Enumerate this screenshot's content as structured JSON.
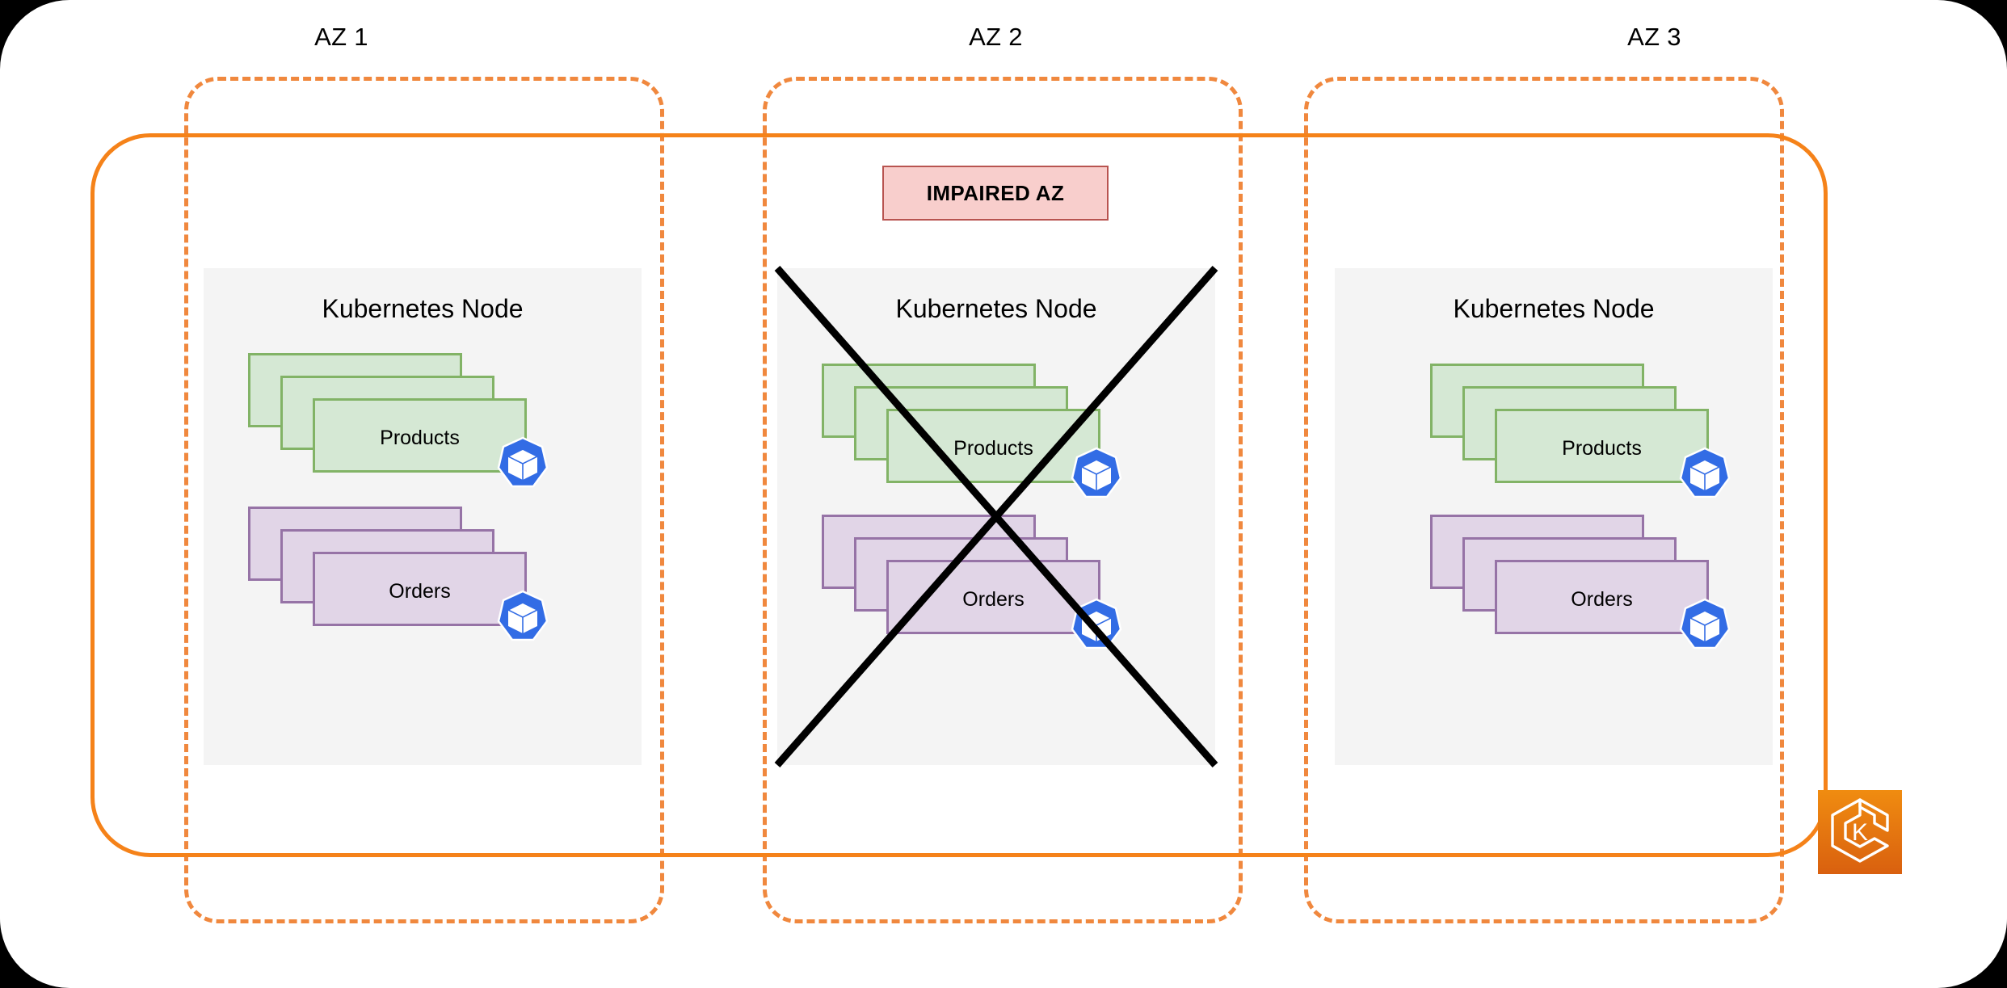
{
  "diagram": {
    "title": "Multi-AZ Kubernetes cluster with impaired availability zone",
    "colors": {
      "page_background": "#ffffff",
      "outer_background": "#000000",
      "az_boundary": "#f0883e",
      "cluster_boundary": "#f58219",
      "node_fill": "#f4f4f4",
      "pod_green_fill": "#d5e8d4",
      "pod_green_border": "#82b366",
      "pod_purple_fill": "#e1d5e7",
      "pod_purple_border": "#9673a6",
      "impaired_fill": "#f8cecc",
      "impaired_border": "#b85450",
      "k8s_blue": "#326ce5",
      "eks_orange_top": "#f08c10",
      "eks_orange_bottom": "#d9600f",
      "cross_stroke": "#000000"
    },
    "availability_zones": [
      {
        "label": "AZ 1",
        "impaired": false,
        "node": {
          "title": "Kubernetes Node",
          "pod_groups": [
            {
              "name": "Products",
              "color": "green",
              "replicas": 3,
              "icon": "kubernetes-pod-icon"
            },
            {
              "name": "Orders",
              "color": "purple",
              "replicas": 3,
              "icon": "kubernetes-pod-icon"
            }
          ]
        }
      },
      {
        "label": "AZ 2",
        "impaired": true,
        "impaired_label": "IMPAIRED AZ",
        "node": {
          "title": "Kubernetes Node",
          "pod_groups": [
            {
              "name": "Products",
              "color": "green",
              "replicas": 3,
              "icon": "kubernetes-pod-icon"
            },
            {
              "name": "Orders",
              "color": "purple",
              "replicas": 3,
              "icon": "kubernetes-pod-icon"
            }
          ]
        }
      },
      {
        "label": "AZ 3",
        "impaired": false,
        "node": {
          "title": "Kubernetes Node",
          "pod_groups": [
            {
              "name": "Products",
              "color": "green",
              "replicas": 3,
              "icon": "kubernetes-pod-icon"
            },
            {
              "name": "Orders",
              "color": "purple",
              "replicas": 3,
              "icon": "kubernetes-pod-icon"
            }
          ]
        }
      }
    ],
    "cluster_logo": {
      "icon": "aws-eks-icon",
      "letter": "K"
    }
  }
}
